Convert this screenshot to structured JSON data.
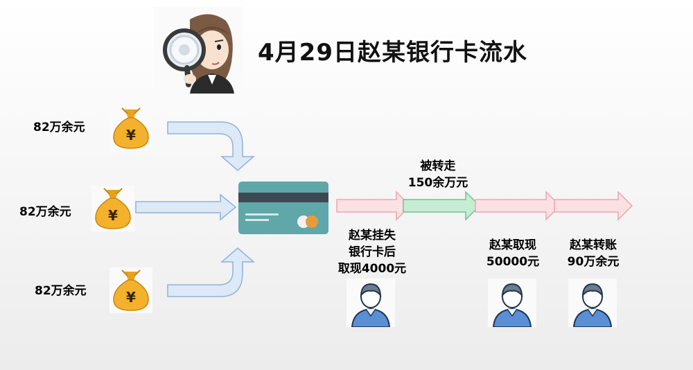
{
  "title": "4月29日赵某银行卡流水",
  "sources": [
    {
      "amount": "82万余元"
    },
    {
      "amount": "82万余元"
    },
    {
      "amount": "82万余元"
    }
  ],
  "transfer": {
    "line1": "被转走",
    "line2": "150余万元"
  },
  "recipients": [
    {
      "lines": [
        "赵某挂失",
        "银行卡后",
        "取现4000元"
      ]
    },
    {
      "lines": [
        "赵某取现",
        "50000元"
      ]
    },
    {
      "lines": [
        "赵某转账",
        "90万余元"
      ]
    }
  ],
  "money_symbol": "¥",
  "colors": {
    "blue_arrow_fill": "#dde9f7",
    "blue_arrow_stroke": "#8fb2dc",
    "pink_arrow_fill": "#fbe0e4",
    "pink_arrow_stroke": "#f1a3af",
    "green_arrow_fill": "#c7ecd4",
    "green_arrow_stroke": "#6cc590",
    "card_teal": "#5fa7a9",
    "bag_gold": "#f3b12c",
    "person_blue": "#5a8fd6",
    "person_hair": "#6b7d8c"
  }
}
